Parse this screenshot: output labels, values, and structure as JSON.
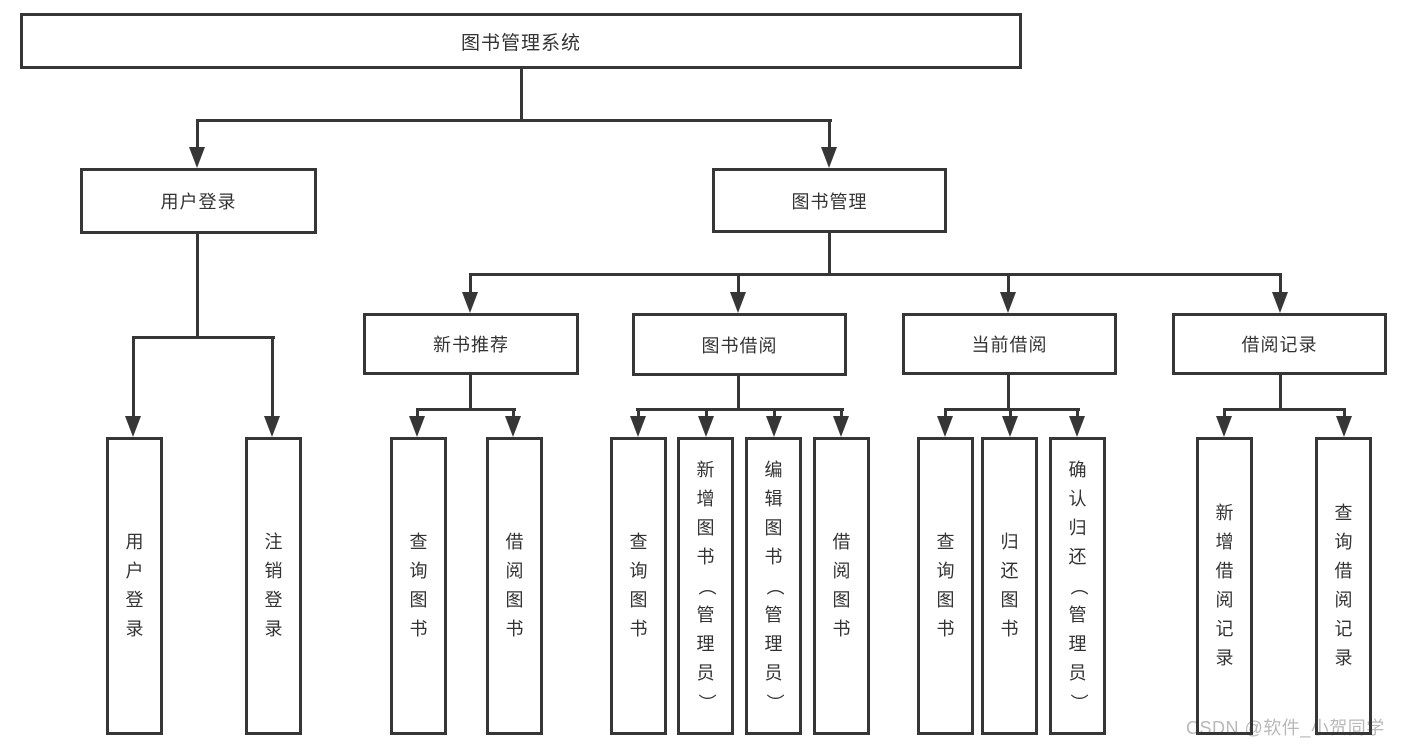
{
  "diagram": {
    "root": {
      "label": "图书管理系统"
    },
    "branches": [
      {
        "label": "用户登录",
        "leaves": [
          "用户登录",
          "注销登录"
        ]
      },
      {
        "label": "图书管理",
        "children": [
          {
            "label": "新书推荐",
            "leaves": [
              "查询图书",
              "借阅图书"
            ]
          },
          {
            "label": "图书借阅",
            "leaves": [
              "查询图书",
              "新增图书（管理员）",
              "编辑图书（管理员）",
              "借阅图书"
            ]
          },
          {
            "label": "当前借阅",
            "leaves": [
              "查询图书",
              "归还图书",
              "确认归还（管理员）"
            ]
          },
          {
            "label": "借阅记录",
            "leaves": [
              "新增借阅记录",
              "查询借阅记录"
            ]
          }
        ]
      }
    ]
  },
  "watermark": {
    "text": "CSDN @软件_小贺同学"
  },
  "colors": {
    "line": "#363636",
    "text": "#333333",
    "background": "#ffffff",
    "watermark": "#b9b9b9"
  }
}
